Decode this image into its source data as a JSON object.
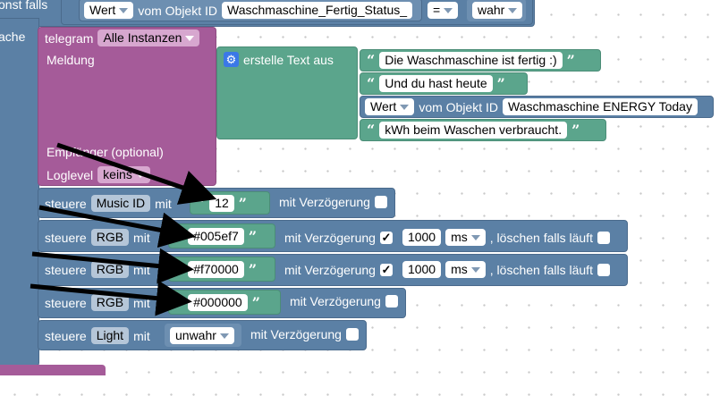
{
  "sonst_falls": {
    "label_left": "onst falls",
    "wert_dd": "Wert",
    "vom_objekt": "vom Objekt ID",
    "object_id": "Waschmaschine_Fertig_Status_",
    "op_dd": "=",
    "value_dd": "wahr"
  },
  "mache_label": "ache",
  "telegram": {
    "label": "telegram",
    "instances_dd": "Alle Instanzen",
    "meldung_label": "Meldung",
    "empfaenger_label": "Empfänger (optional)",
    "loglevel_label": "Loglevel",
    "loglevel_dd": "keins"
  },
  "text_join": {
    "label": "erstelle Text aus",
    "items": [
      "Die Waschmaschine ist fertig :)",
      "Und du hast heute",
      "kWh beim Waschen verbraucht."
    ],
    "wert_dd": "Wert",
    "vom_objekt": "vom Objekt ID",
    "object_id": "Waschmaschine ENERGY  Today"
  },
  "quote_open": "“",
  "quote_close": "”",
  "set_blocks": [
    {
      "steuere": "steuere",
      "target": "Music ID",
      "mit": "mit",
      "value": "12",
      "verzoegerung": "mit Verzögerung"
    },
    {
      "steuere": "steuere",
      "target": "RGB",
      "mit": "mit",
      "value": "#005ef7",
      "verzoegerung": "mit Verzögerung",
      "checkmark": "✓",
      "delay": "1000",
      "unit": "ms",
      "loeschen": ", löschen falls läuft"
    },
    {
      "steuere": "steuere",
      "target": "RGB",
      "mit": "mit",
      "value": "#f70000",
      "verzoegerung": "mit Verzögerung",
      "checkmark": "✓",
      "delay": "1000",
      "unit": "ms",
      "loeschen": ", löschen falls läuft"
    },
    {
      "steuere": "steuere",
      "target": "RGB",
      "mit": "mit",
      "value": "#000000",
      "verzoegerung": "mit Verzögerung"
    },
    {
      "steuere": "steuere",
      "target": "Light",
      "mit": "mit",
      "value": "unwahr",
      "verzoegerung": "mit Verzögerung"
    }
  ],
  "colors": {
    "blue_block": "#5b80a5",
    "purple_block": "#a55b99",
    "green_block": "#5ba58c",
    "gear": "#3b78e7"
  },
  "icons": [
    "gear-icon",
    "dropdown-caret-icon",
    "checkbox-icon",
    "arrow-icon"
  ]
}
